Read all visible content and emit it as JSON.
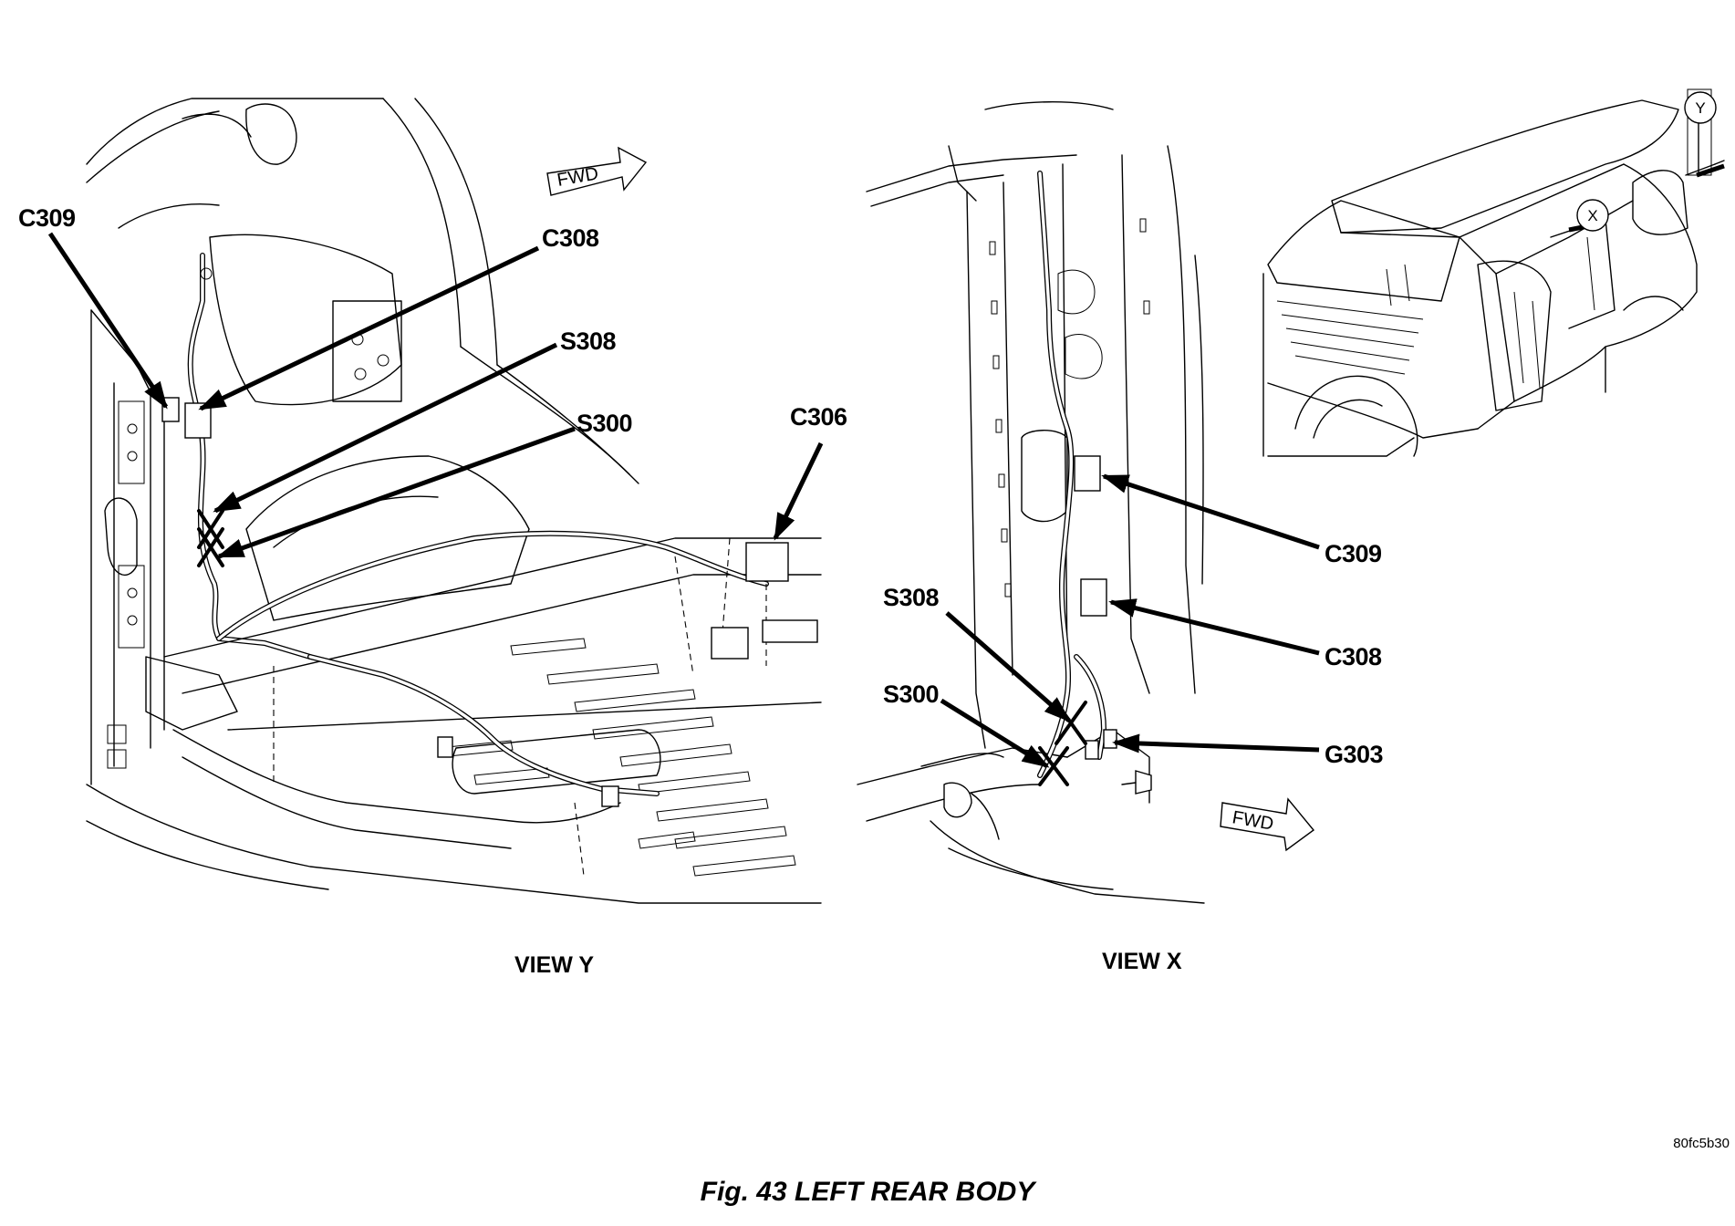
{
  "figure": {
    "caption": "Fig. 43 LEFT REAR BODY",
    "image_code": "80fc5b30"
  },
  "view_y": {
    "label": "VIEW Y",
    "fwd_label": "FWD",
    "callouts": [
      "C309",
      "C308",
      "S308",
      "S300",
      "C306"
    ]
  },
  "view_x": {
    "label": "VIEW X",
    "fwd_label": "FWD",
    "callouts": [
      "C309",
      "C308",
      "S308",
      "S300",
      "G303"
    ]
  },
  "locator": {
    "markers": [
      "Y",
      "X"
    ]
  },
  "colors": {
    "ink": "#000000",
    "paper": "#ffffff"
  }
}
